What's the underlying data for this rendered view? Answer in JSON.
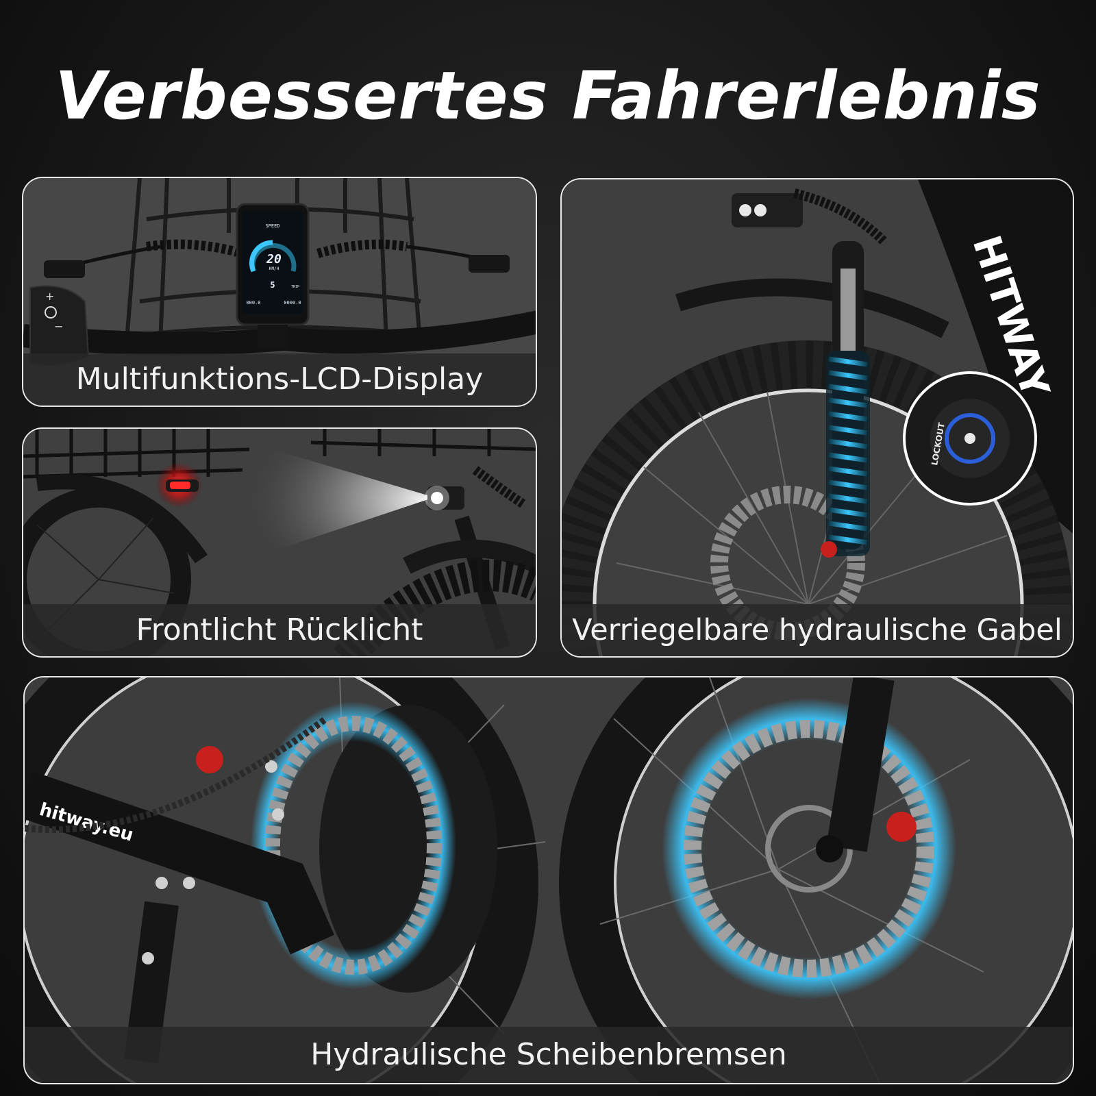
{
  "title": "Verbessertes Fahrerlebnis",
  "panels": {
    "display": {
      "caption": "Multifunktions-LCD-Display",
      "lcd": {
        "top_label": "SPEED",
        "speed": "20",
        "unit": "KM/H",
        "level": "5",
        "odo_left": "000.0",
        "odo_right": "0000.0",
        "trip_label": "TRIP"
      }
    },
    "lights": {
      "caption": "Frontlicht Rücklicht"
    },
    "fork": {
      "caption": "Verriegelbare hydraulische Gabel",
      "frame_brand": "HITWAY",
      "lockout_label": "LOCKOUT"
    },
    "brakes": {
      "caption": "Hydraulische Scheibenbremsen",
      "frame_brand": "hitway.eu"
    }
  },
  "colors": {
    "accent_glow": "#3cc8ff",
    "brake_red": "#c8201c",
    "tail_light": "#ff2020",
    "caption_text": "#f2f2f2"
  }
}
